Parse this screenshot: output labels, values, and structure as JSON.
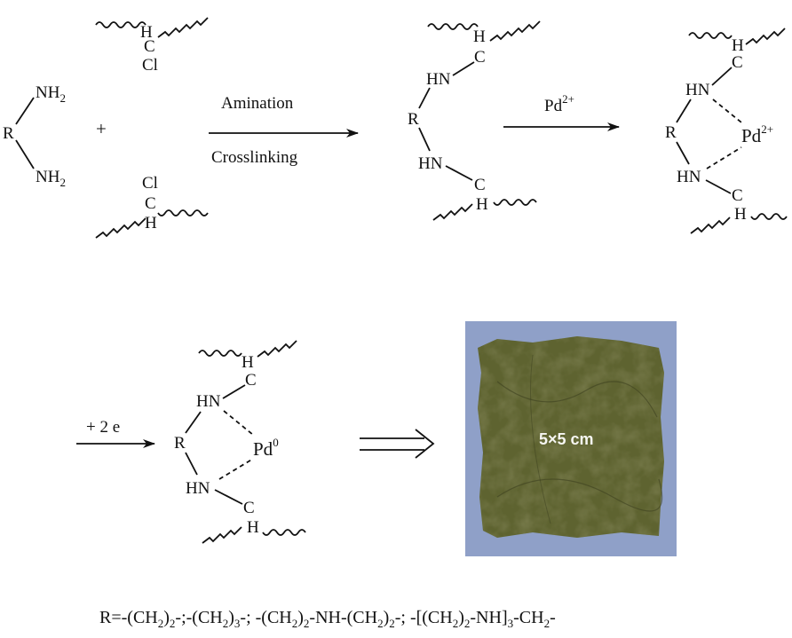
{
  "reactant_amine": {
    "nh2": "NH",
    "two": "2",
    "r": "R"
  },
  "plus": "+",
  "chloro": {
    "h": "H",
    "c": "C",
    "cl": "Cl"
  },
  "step1": {
    "above": "Amination",
    "below": "Crosslinking"
  },
  "product1": {
    "hn": "HN",
    "r": "R",
    "c": "C",
    "h": "H"
  },
  "step2": {
    "reagent": "Pd",
    "charge": "2+"
  },
  "complex_pd2": {
    "pd": "Pd",
    "charge": "2+"
  },
  "step3": {
    "reagent": "+ 2 e"
  },
  "complex_pd0": {
    "pd": "Pd",
    "charge": "0"
  },
  "photo": {
    "label": "5×5 cm",
    "background": "#8fa0c8",
    "sheet_color": "#5e6330"
  },
  "r_definition": {
    "prefix": "R=-(CH",
    "parts": [
      "2",
      ")",
      "2",
      "-;-(CH",
      "2",
      ")",
      "3",
      "-; -(CH",
      "2",
      ")",
      "2",
      "-NH-(CH",
      "2",
      ")",
      "2",
      "-; -[(CH",
      "2",
      ")",
      "2",
      "-NH]",
      "3",
      "-CH",
      "2",
      "-"
    ]
  }
}
